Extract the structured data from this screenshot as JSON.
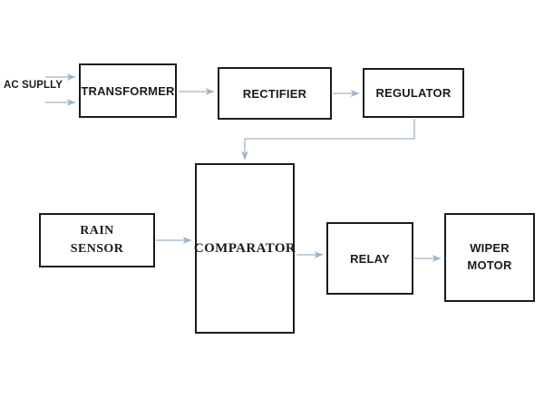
{
  "diagram": {
    "type": "block-diagram",
    "subject": "rain sensing wiper control system",
    "colors": {
      "background": "#ffffff",
      "box_border": "#1b1b1b",
      "label_text": "#1b1b1b",
      "arrow": "#9fb4c7"
    },
    "nodes": {
      "ac_supply": {
        "label": "AC SUPLLY"
      },
      "transformer": {
        "label": "TRANSFORMER"
      },
      "rectifier": {
        "label": "RECTIFIER"
      },
      "regulator": {
        "label": "REGULATOR"
      },
      "comparator": {
        "label": "COMPARATOR"
      },
      "rain_sensor": {
        "line1": "RAIN",
        "line2": "SENSOR"
      },
      "relay": {
        "label": "RELAY"
      },
      "wiper_motor": {
        "line1": "WIPER",
        "line2": "MOTOR"
      }
    },
    "connections": [
      {
        "from": "AC SUPLLY",
        "to": "TRANSFORMER",
        "style": "two parallel arrows"
      },
      {
        "from": "TRANSFORMER",
        "to": "RECTIFIER",
        "style": "arrow"
      },
      {
        "from": "RECTIFIER",
        "to": "REGULATOR",
        "style": "arrow"
      },
      {
        "from": "REGULATOR",
        "to": "COMPARATOR",
        "style": "elbow arrow down-left-down"
      },
      {
        "from": "RAIN SENSOR",
        "to": "COMPARATOR",
        "style": "arrow"
      },
      {
        "from": "COMPARATOR",
        "to": "RELAY",
        "style": "arrow"
      },
      {
        "from": "RELAY",
        "to": "WIPER MOTOR",
        "style": "arrow"
      }
    ]
  }
}
